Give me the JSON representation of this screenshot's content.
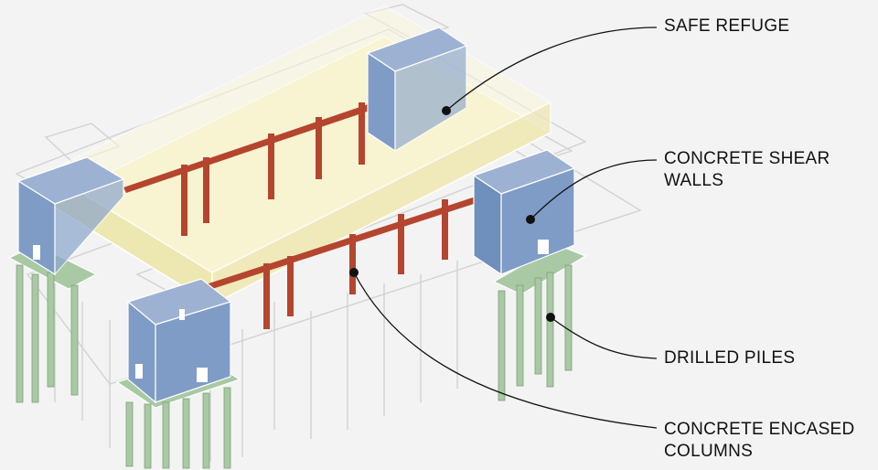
{
  "callouts": {
    "safe_refuge": {
      "line1": "SAFE REFUGE"
    },
    "shear_walls": {
      "line1": "CONCRETE SHEAR",
      "line2": "WALLS"
    },
    "drilled_piles": {
      "line1": "DRILLED PILES"
    },
    "encased_columns": {
      "line1": "CONCRETE ENCASED",
      "line2": "COLUMNS"
    }
  },
  "colors": {
    "background": "#f3f3f3",
    "refuge": "#f6f1c4",
    "shear_wall": "#7f9cc6",
    "pile": "#a9c9a4",
    "column": "#b5452e",
    "outline": "#ffffff",
    "leader": "#111111"
  }
}
